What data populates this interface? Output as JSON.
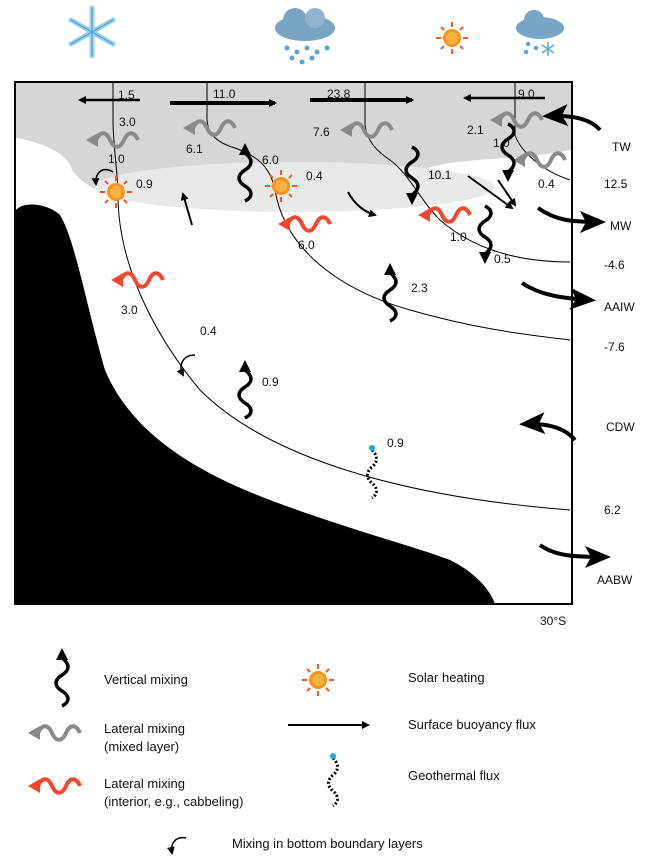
{
  "water_masses": [
    "TW",
    "12.5",
    "MW",
    "-4.6",
    "AAIW",
    "-7.6",
    "CDW",
    "6.2",
    "AABW"
  ],
  "latitude_label": "30°S",
  "surface_flux_values": [
    "1.5",
    "11.0",
    "23.8",
    "9.0"
  ],
  "mixed_layer_values": [
    "3.0",
    "1.0",
    "0.9",
    "6.1",
    "6.0",
    "0.4",
    "7.6",
    "10.1",
    "2.1",
    "1.0",
    "0.4"
  ],
  "interior_values": [
    "3.0",
    "6.0",
    "1.0",
    "0.5",
    "2.3",
    "0.4",
    "0.9",
    "0.9"
  ],
  "legend": {
    "vertical_mixing": "Vertical mixing",
    "lateral_mixing_mixed_1": "Lateral mixing",
    "lateral_mixing_mixed_2": "(mixed layer)",
    "lateral_mixing_interior_1": "Lateral mixing",
    "lateral_mixing_interior_2": "(interior, e.g., cabbeling)",
    "solar_heating": "Solar heating",
    "surface_buoyancy_flux": "Surface buoyancy flux",
    "geothermal_flux": "Geothermal flux",
    "bottom_mixing": "Mixing in bottom boundary layers"
  },
  "colors": {
    "mixed_layer": "#d6d6d6",
    "light_lens": "#e9e9e9",
    "land": "#000000",
    "red_wave": "#f0492f",
    "grey_wave": "#8a8a8a",
    "sun": "#f7941d"
  },
  "weather_icons": [
    "snowflake-icon",
    "rain-cloud-icon",
    "sun-icon",
    "snow-cloud-icon"
  ]
}
